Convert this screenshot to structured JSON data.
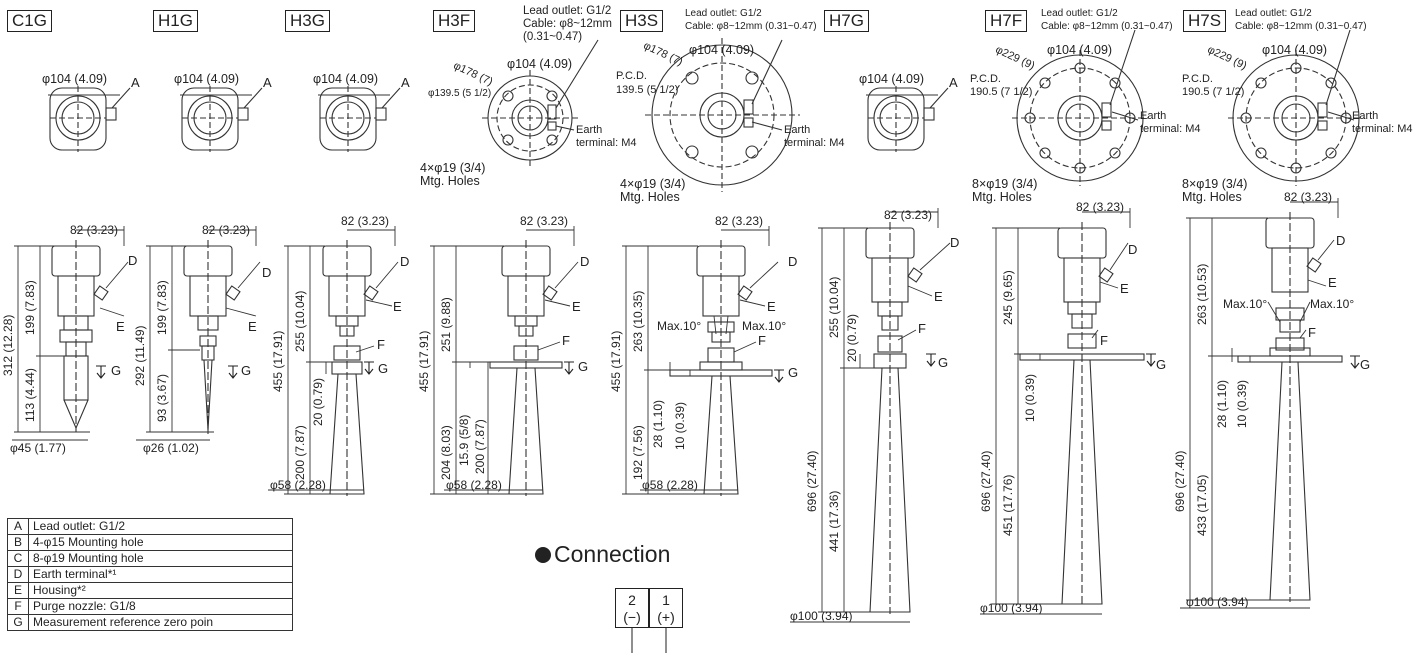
{
  "models": [
    {
      "code": "C1G"
    },
    {
      "code": "H1G"
    },
    {
      "code": "H3G"
    },
    {
      "code": "H3F"
    },
    {
      "code": "H3S"
    },
    {
      "code": "H7G"
    },
    {
      "code": "H7F"
    },
    {
      "code": "H7S"
    }
  ],
  "notes": {
    "h3f": [
      "Lead outlet: G1/2",
      "Cable: φ8~12mm",
      "(0.31~0.47)"
    ],
    "h3s": [
      "Lead outlet: G1/2",
      "Cable: φ8~12mm (0.31~0.47)"
    ],
    "h7f": [
      "Lead outlet: G1/2",
      "Cable: φ8~12mm (0.31~0.47)"
    ],
    "h7s": [
      "Lead outlet: G1/2",
      "Cable: φ8~12mm (0.31~0.47)"
    ]
  },
  "top_view": {
    "phi104": "φ104 (4.09)",
    "phi178": "φ178 (7)",
    "phi139": "φ139.5 (5 1/2)",
    "pcd": "P.C.D.",
    "pcd139": "139.5 (5 1/2)",
    "phi229": "φ229 (9)",
    "pcd190": "190.5 (7 1/2)",
    "earth": [
      "Earth",
      "terminal: M4"
    ],
    "holes4": [
      "4×φ19 (3/4)",
      "Mtg. Holes"
    ],
    "holes8": [
      "8×φ19 (3/4)",
      "Mtg. Holes"
    ]
  },
  "dims": {
    "w82": "82 (3.23)",
    "d312": "312 (12.28)",
    "d199": "199 (7.83)",
    "d113": "113 (4.44)",
    "d45": "φ45 (1.77)",
    "d292": "292 (11.49)",
    "d93": "93 (3.67)",
    "d26": "φ26 (1.02)",
    "d455": "455 (17.91)",
    "d255": "255 (10.04)",
    "d200": "200 (7.87)",
    "d20": "20 (0.79)",
    "d58": "φ58 (2.28)",
    "d251": "251 (9.88)",
    "d204": "204 (8.03)",
    "d159": "15.9 (5/8)",
    "d263": "263 (10.35)",
    "d192": "192 (7.56)",
    "d28": "28 (1.10)",
    "d10": "10 (0.39)",
    "d696": "696 (27.40)",
    "d441": "441 (17.36)",
    "d100": "φ100 (3.94)",
    "d245": "245 (9.65)",
    "d451": "451 (17.76)",
    "d263b": "263 (10.53)",
    "d433": "433 (17.05)",
    "max10": "Max.10°"
  },
  "letters": {
    "A": "A",
    "D": "D",
    "E": "E",
    "F": "F",
    "G": "G"
  },
  "legend": [
    {
      "key": "A",
      "text": "Lead outlet: G1/2"
    },
    {
      "key": "B",
      "text": "4-φ15 Mounting hole"
    },
    {
      "key": "C",
      "text": "8-φ19 Mounting hole"
    },
    {
      "key": "D",
      "text": "Earth terminal*¹"
    },
    {
      "key": "E",
      "text": "Housing*²"
    },
    {
      "key": "F",
      "text": "Purge nozzle: G1/8"
    },
    {
      "key": "G",
      "text": "Measurement reference zero poin"
    }
  ],
  "connection": {
    "title": "Connection",
    "terminals": [
      {
        "num": "2",
        "sign": "(−)"
      },
      {
        "num": "1",
        "sign": "(+)"
      }
    ]
  }
}
